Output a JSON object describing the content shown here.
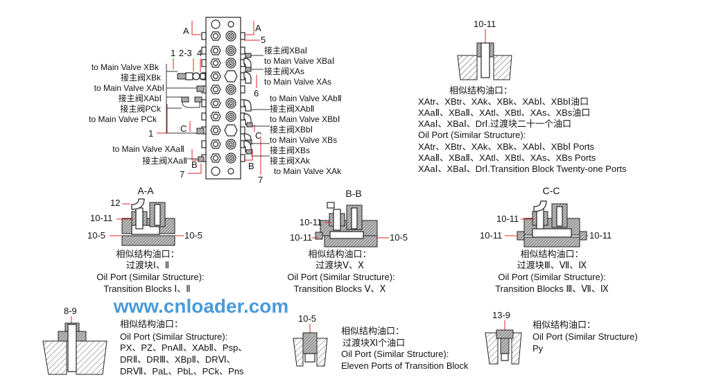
{
  "main_view": {
    "section_marks": {
      "a_left": "A",
      "a_right": "A",
      "c_left": "C",
      "c_right": "C",
      "b_left": "B",
      "b_right": "B"
    },
    "callouts": {
      "n1_top": "1",
      "n23": "2-3",
      "n4": "4",
      "n5": "5",
      "n6": "6",
      "n1_bottom": "1",
      "n7_left": "7",
      "n7_right": "7"
    },
    "left_labels": [
      "to Main Valve XBk",
      "接主阀XBk",
      "to Main Valve XAbⅠ",
      "接主阀XAbⅠ",
      "接主阀PCk",
      "to Main Valve PCk",
      "to Main Valve XAaⅡ",
      "接主阀XAaⅡ"
    ],
    "right_labels": [
      "接主阀XBaⅠ",
      "to Main Valve XBaⅠ",
      "接主阀XAs",
      "to Main Valve XAs",
      "to Main Valve XAbⅡ",
      "接主阀XAbⅡ",
      "to Main Valve XBbⅠ",
      "接主阀XBbⅠ",
      "to Main Valve XBs",
      "接主阀XBs",
      "接主阀XAk",
      "to Main Valve XAk"
    ]
  },
  "top_right": {
    "callout": "10-11",
    "lines": [
      "相似结构油口：",
      "XAtr、XBtr、XAk、XBk、XAbⅠ、XBbⅠ油口",
      "XAaⅡ、XBaⅡ、XAtl、XBtl、XAs、XBs油口",
      "XAaⅠ、XBaⅠ、DrⅠ.过渡块二十一个油口",
      "Oil Port (Similar Structure):",
      "XAtr、XBtr、XAk、XBk、XAbⅠ、XBbⅠ Ports",
      "XAaⅡ、XBaⅡ、XAtl、XBtl、XAs、XBs Ports",
      "XAaⅠ、XBaⅠ、DrⅠ.Transition Block Twenty-one Ports"
    ]
  },
  "sections": [
    {
      "title": "A-A",
      "callouts": [
        "12",
        "10-11",
        "10-5",
        "10-5"
      ],
      "lines": [
        "相似结构油口：",
        "过渡块Ⅰ、Ⅱ",
        "Oil Port (Similar Structure):",
        "Transition Blocks Ⅰ、Ⅱ"
      ]
    },
    {
      "title": "B-B",
      "callouts": [
        "10-11",
        "10-11",
        "10-5"
      ],
      "lines": [
        "相似结构油口：",
        "过渡块Ⅴ、Ⅹ",
        "Oil Port (Similar Structure):",
        "Transition Blocks Ⅴ、Ⅹ"
      ]
    },
    {
      "title": "C-C",
      "callouts": [
        "10-11",
        "10-11",
        "10-11"
      ],
      "lines": [
        "相似结构油口：",
        "过渡块Ⅲ、Ⅶ、Ⅸ",
        "Oil Port (Similar Structure):",
        "Transition Blocks Ⅲ、Ⅶ、Ⅸ"
      ]
    }
  ],
  "bottom_ports": [
    {
      "callout": "8-9",
      "lines": [
        "相似结构油口：",
        "Oil Port (Similar Structure):",
        "PX、PZ、PnAⅡ、XAbⅡ、Psp、",
        "DRⅡ、DRⅢ、XBpⅡ、DRⅥ、",
        "DRⅦ、PaL、PbL、PCk、Pns"
      ]
    },
    {
      "callout": "10-5",
      "lines": [
        "相似结构油口：",
        "过渡块Ⅺ个油口",
        "Oil Port (Similar Structure):",
        "Eleven Ports of Transition Block"
      ]
    },
    {
      "callout": "13-9",
      "lines": [
        "相似结构油口：",
        "Oil Port (Similar Structure)",
        "Py"
      ]
    }
  ],
  "watermark": "www.cnloader.com"
}
